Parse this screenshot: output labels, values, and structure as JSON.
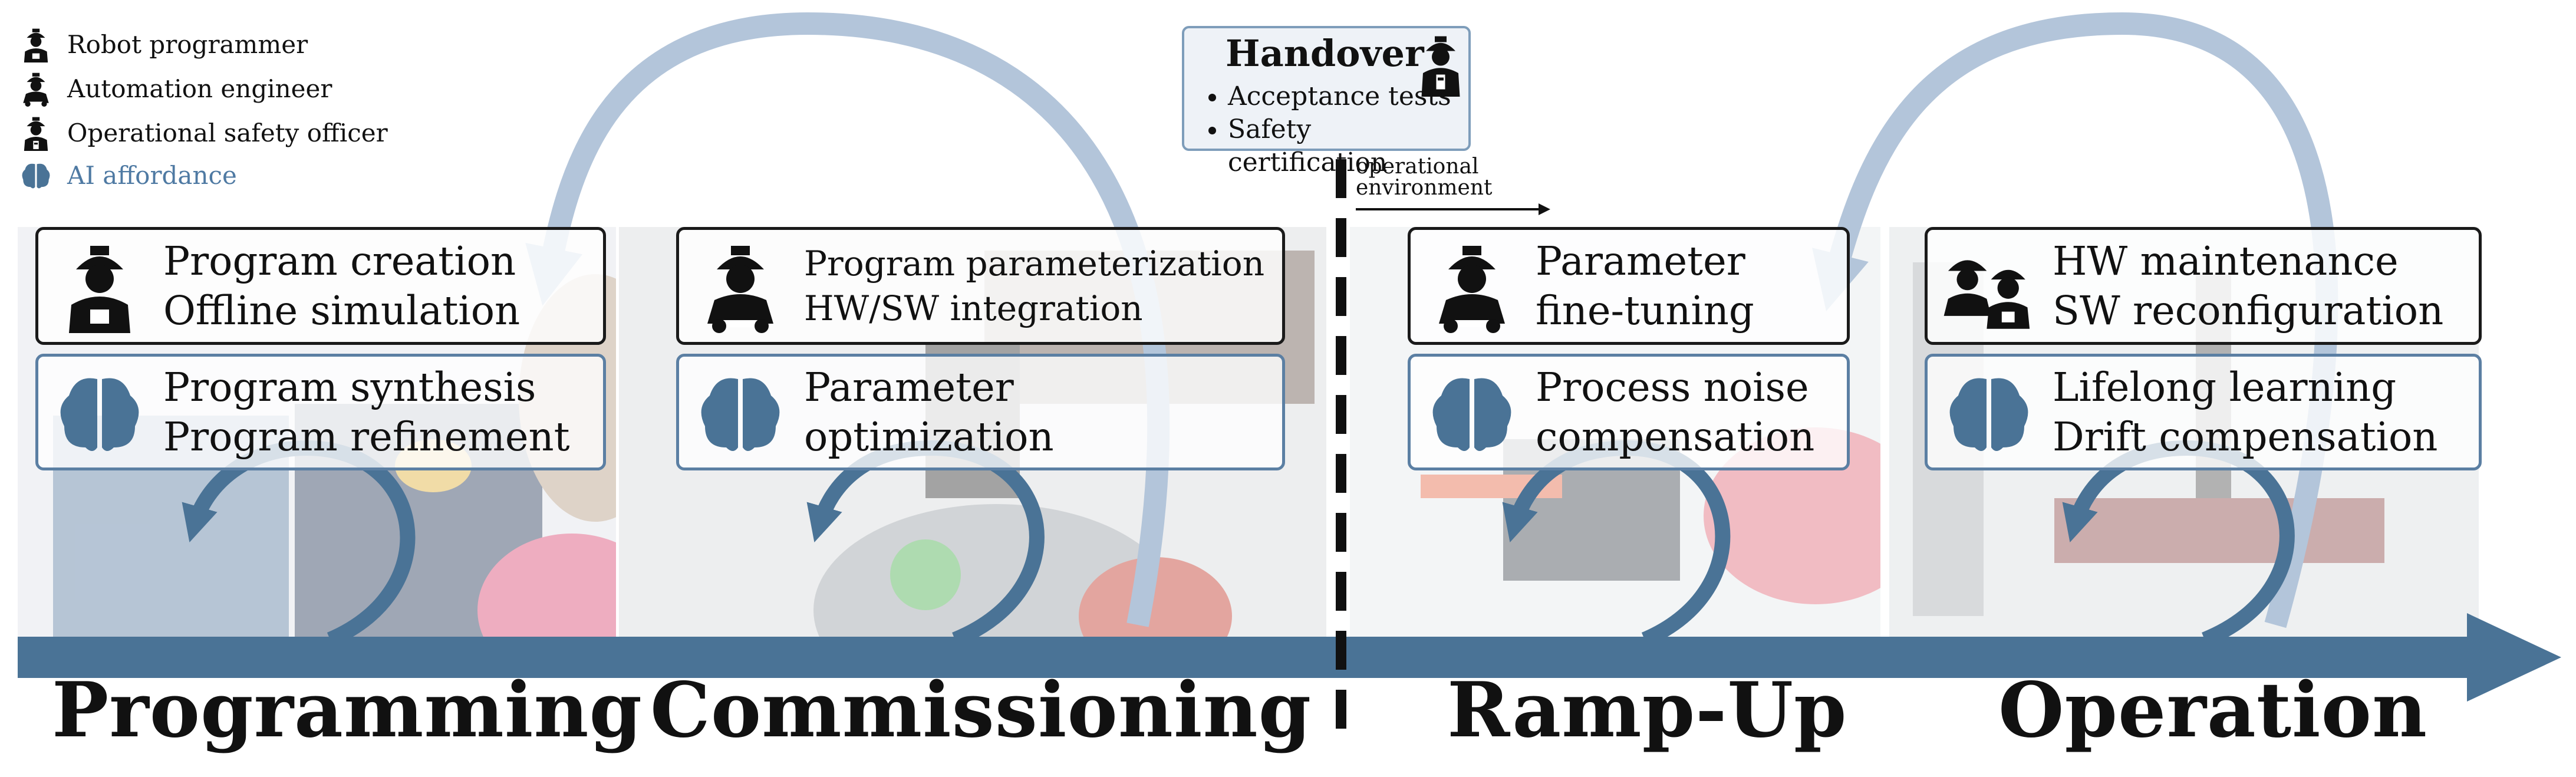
{
  "legend": [
    {
      "icon": "robot-programmer-icon",
      "label": "Robot programmer"
    },
    {
      "icon": "automation-engineer-icon",
      "label": "Automation engineer"
    },
    {
      "icon": "operational-safety-officer-icon",
      "label": "Operational safety officer"
    },
    {
      "icon": "ai-brain-icon",
      "label": "AI affordance"
    }
  ],
  "handover": {
    "title": "Handover",
    "items": [
      "Acceptance tests",
      "Safety certification"
    ]
  },
  "operational_environment": {
    "line1": "operational",
    "line2": "environment"
  },
  "phases": [
    {
      "name": "Programming",
      "role_lines": [
        "Program creation",
        "Offline simulation"
      ],
      "ai_lines": [
        "Program synthesis",
        "Program refinement"
      ]
    },
    {
      "name": "Commissioning",
      "role_lines": [
        "Program parameterization",
        "HW/SW integration"
      ],
      "ai_lines": [
        "Parameter",
        "optimization"
      ]
    },
    {
      "name": "Ramp-Up",
      "role_lines": [
        "Parameter",
        "fine-tuning"
      ],
      "ai_lines": [
        "Process noise",
        "compensation"
      ]
    },
    {
      "name": "Operation",
      "role_lines": [
        "HW maintenance",
        "SW reconfiguration"
      ],
      "ai_lines": [
        "Lifelong learning",
        "Drift compensation"
      ]
    }
  ],
  "colors": {
    "accent_blue": "#4a7396",
    "loop_blue": "#b3c5da",
    "ai_text": "#4f7aa3",
    "border_dark": "#1a1a1a"
  }
}
